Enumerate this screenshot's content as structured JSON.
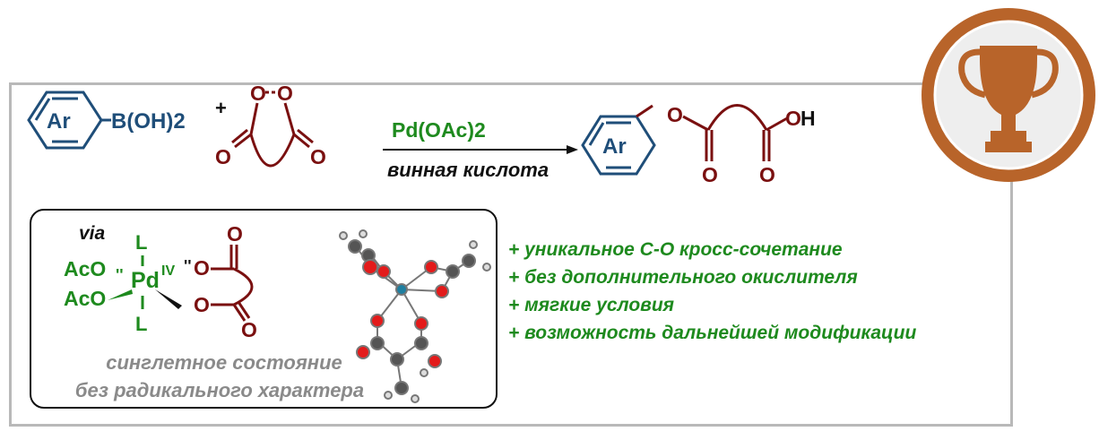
{
  "reaction": {
    "reactant1_ring": "Ar",
    "reactant1_group": "B(OH)2",
    "plus": "+",
    "peroxide_o1": "O",
    "peroxide_o2": "O",
    "carbonyl_o": "O",
    "catalyst": "Pd(OAc)2",
    "additive": "винная кислота",
    "product_ring": "Ar",
    "product_o": "O",
    "product_oh": "OH"
  },
  "intermediate": {
    "via": "via",
    "ligand": "L",
    "acetate": "AcO",
    "metal": "Pd",
    "oxidation_state": "IV",
    "oxygen": "O",
    "note_line1": "синглетное состояние",
    "note_line2": "без радикального характера"
  },
  "advantages": [
    "+ уникальное C-O кросс-сочетание",
    "+ без дополнительного окислителя",
    "+ мягкие условия",
    "+ возможность дальнейшей модификации"
  ],
  "colors": {
    "blue": "#1f4e79",
    "red": "#7a1010",
    "green": "#1e8a1e",
    "trophy": "#b8642a"
  }
}
